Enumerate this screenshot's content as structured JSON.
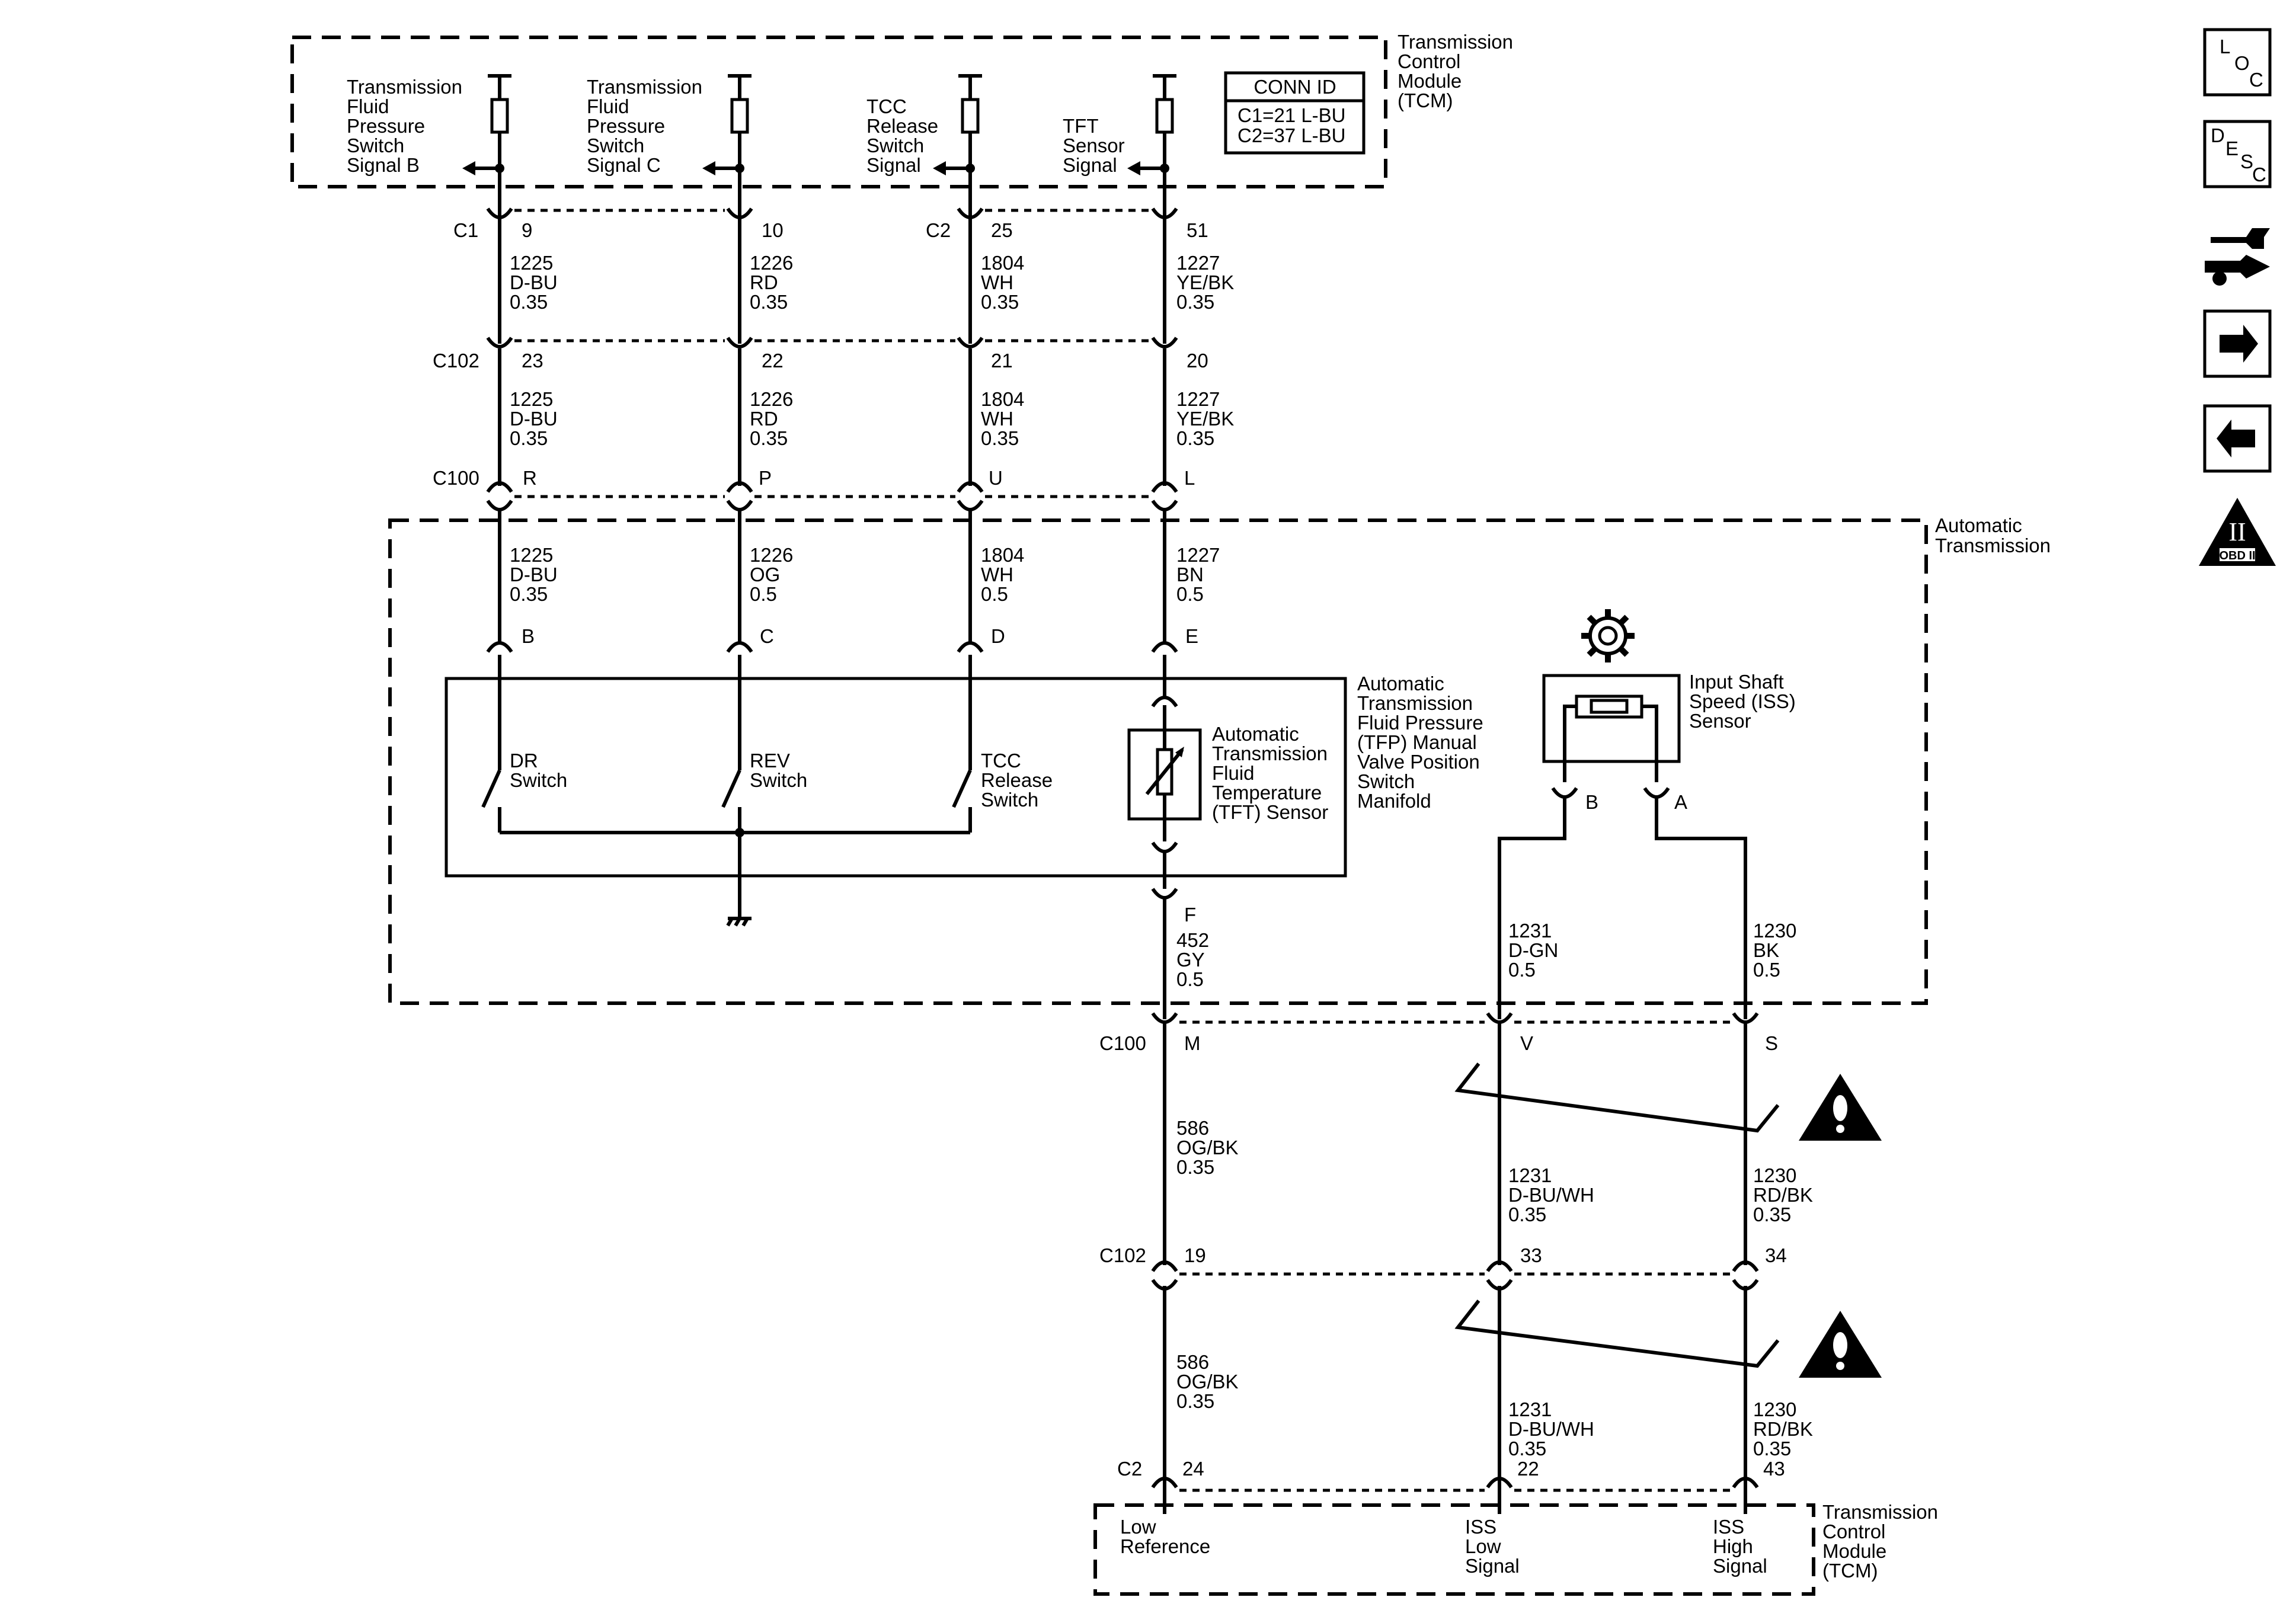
{
  "tcm_top": {
    "label": [
      "Transmission",
      "Control",
      "Module",
      "(TCM)"
    ],
    "signals": [
      [
        "Transmission",
        "Fluid",
        "Pressure",
        "Switch",
        "Signal B"
      ],
      [
        "Transmission",
        "Fluid",
        "Pressure",
        "Switch",
        "Signal C"
      ],
      [
        "TCC",
        "Release",
        "Switch",
        "Signal"
      ],
      [
        "TFT",
        "Sensor",
        "Signal"
      ]
    ],
    "conn_id": {
      "title": "CONN ID",
      "lines": [
        "C1=21 L-BU",
        "C2=37 L-BU"
      ]
    }
  },
  "connectors": {
    "c1": "C1",
    "c2": "C2",
    "c102": "C102",
    "c100": "C100"
  },
  "pins": {
    "row1": [
      "9",
      "10",
      "25",
      "51"
    ],
    "row2": [
      "23",
      "22",
      "21",
      "20"
    ],
    "row3": [
      "R",
      "P",
      "U",
      "L"
    ],
    "row4": [
      "B",
      "C",
      "D",
      "E"
    ],
    "f": "F",
    "c100_lower": [
      "M",
      "V",
      "S"
    ],
    "c102_lower": [
      "19",
      "33",
      "34"
    ],
    "c2_lower": [
      "24",
      "22",
      "43"
    ],
    "iss": [
      "B",
      "A"
    ]
  },
  "wires": {
    "seg1": [
      [
        "1225",
        "D-BU",
        "0.35"
      ],
      [
        "1226",
        "RD",
        "0.35"
      ],
      [
        "1804",
        "WH",
        "0.35"
      ],
      [
        "1227",
        "YE/BK",
        "0.35"
      ]
    ],
    "seg2": [
      [
        "1225",
        "D-BU",
        "0.35"
      ],
      [
        "1226",
        "RD",
        "0.35"
      ],
      [
        "1804",
        "WH",
        "0.35"
      ],
      [
        "1227",
        "YE/BK",
        "0.35"
      ]
    ],
    "seg3": [
      [
        "1225",
        "D-BU",
        "0.35"
      ],
      [
        "1226",
        "OG",
        "0.5"
      ],
      [
        "1804",
        "WH",
        "0.5"
      ],
      [
        "1227",
        "BN",
        "0.5"
      ]
    ],
    "tft_f": [
      "452",
      "GY",
      "0.5"
    ],
    "iss_b": [
      "1231",
      "D-GN",
      "0.5"
    ],
    "iss_a": [
      "1230",
      "BK",
      "0.5"
    ],
    "low_ref_1": [
      "586",
      "OG/BK",
      "0.35"
    ],
    "iss_low_1": [
      "1231",
      "D-BU/WH",
      "0.35"
    ],
    "iss_high_1": [
      "1230",
      "RD/BK",
      "0.35"
    ],
    "low_ref_2": [
      "586",
      "OG/BK",
      "0.35"
    ],
    "iss_low_2": [
      "1231",
      "D-BU/WH",
      "0.35"
    ],
    "iss_high_2": [
      "1230",
      "RD/BK",
      "0.35"
    ]
  },
  "auto_trans": {
    "label": [
      "Automatic",
      "Transmission"
    ]
  },
  "manifold": {
    "label": [
      "Automatic",
      "Transmission",
      "Fluid Pressure",
      "(TFP) Manual",
      "Valve Position",
      "Switch",
      "Manifold"
    ],
    "switches": [
      [
        "DR",
        "Switch"
      ],
      [
        "REV",
        "Switch"
      ],
      [
        "TCC",
        "Release",
        "Switch"
      ]
    ],
    "tft_label": [
      "Automatic",
      "Transmission",
      "Fluid",
      "Temperature",
      "(TFT) Sensor"
    ]
  },
  "iss_sensor": {
    "label": [
      "Input Shaft",
      "Speed (ISS)",
      "Sensor"
    ]
  },
  "tcm_bottom": {
    "label": [
      "Transmission",
      "Control",
      "Module",
      "(TCM)"
    ],
    "signals": [
      [
        "Low",
        "Reference"
      ],
      [
        "ISS",
        "Low",
        "Signal"
      ],
      [
        "ISS",
        "High",
        "Signal"
      ]
    ]
  },
  "side_icons": {
    "loc": [
      "L",
      "O",
      "C"
    ],
    "desc": [
      "D",
      "E",
      "S",
      "C"
    ],
    "obd_roman": "II",
    "obd_text": "OBD II",
    "names": [
      "loc-icon",
      "desc-icon",
      "tool-icon",
      "next-arrow-icon",
      "previous-arrow-icon",
      "obd-ii-icon"
    ]
  }
}
